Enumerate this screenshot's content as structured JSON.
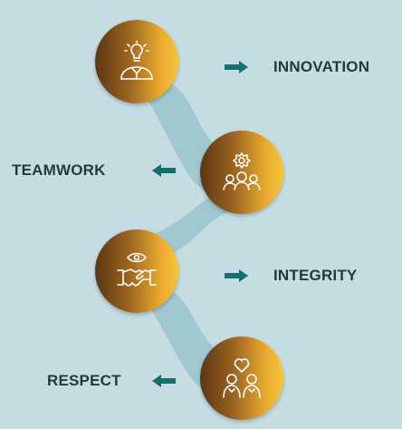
{
  "colors": {
    "background": "#c5dce2",
    "connector": "#9fc8d1",
    "arrow": "#12706f",
    "label_text": "#1e3b3c",
    "circle_gradient_start": "#5c3512",
    "circle_gradient_end": "#f7c53b"
  },
  "steps": [
    {
      "label": "INNOVATION",
      "icon": "idea-person-lightbulb-icon",
      "arrow_direction": "right"
    },
    {
      "label": "TEAMWORK",
      "icon": "team-gear-icon",
      "arrow_direction": "left"
    },
    {
      "label": "INTEGRITY",
      "icon": "handshake-eye-icon",
      "arrow_direction": "right"
    },
    {
      "label": "RESPECT",
      "icon": "people-heart-icon",
      "arrow_direction": "left"
    }
  ]
}
